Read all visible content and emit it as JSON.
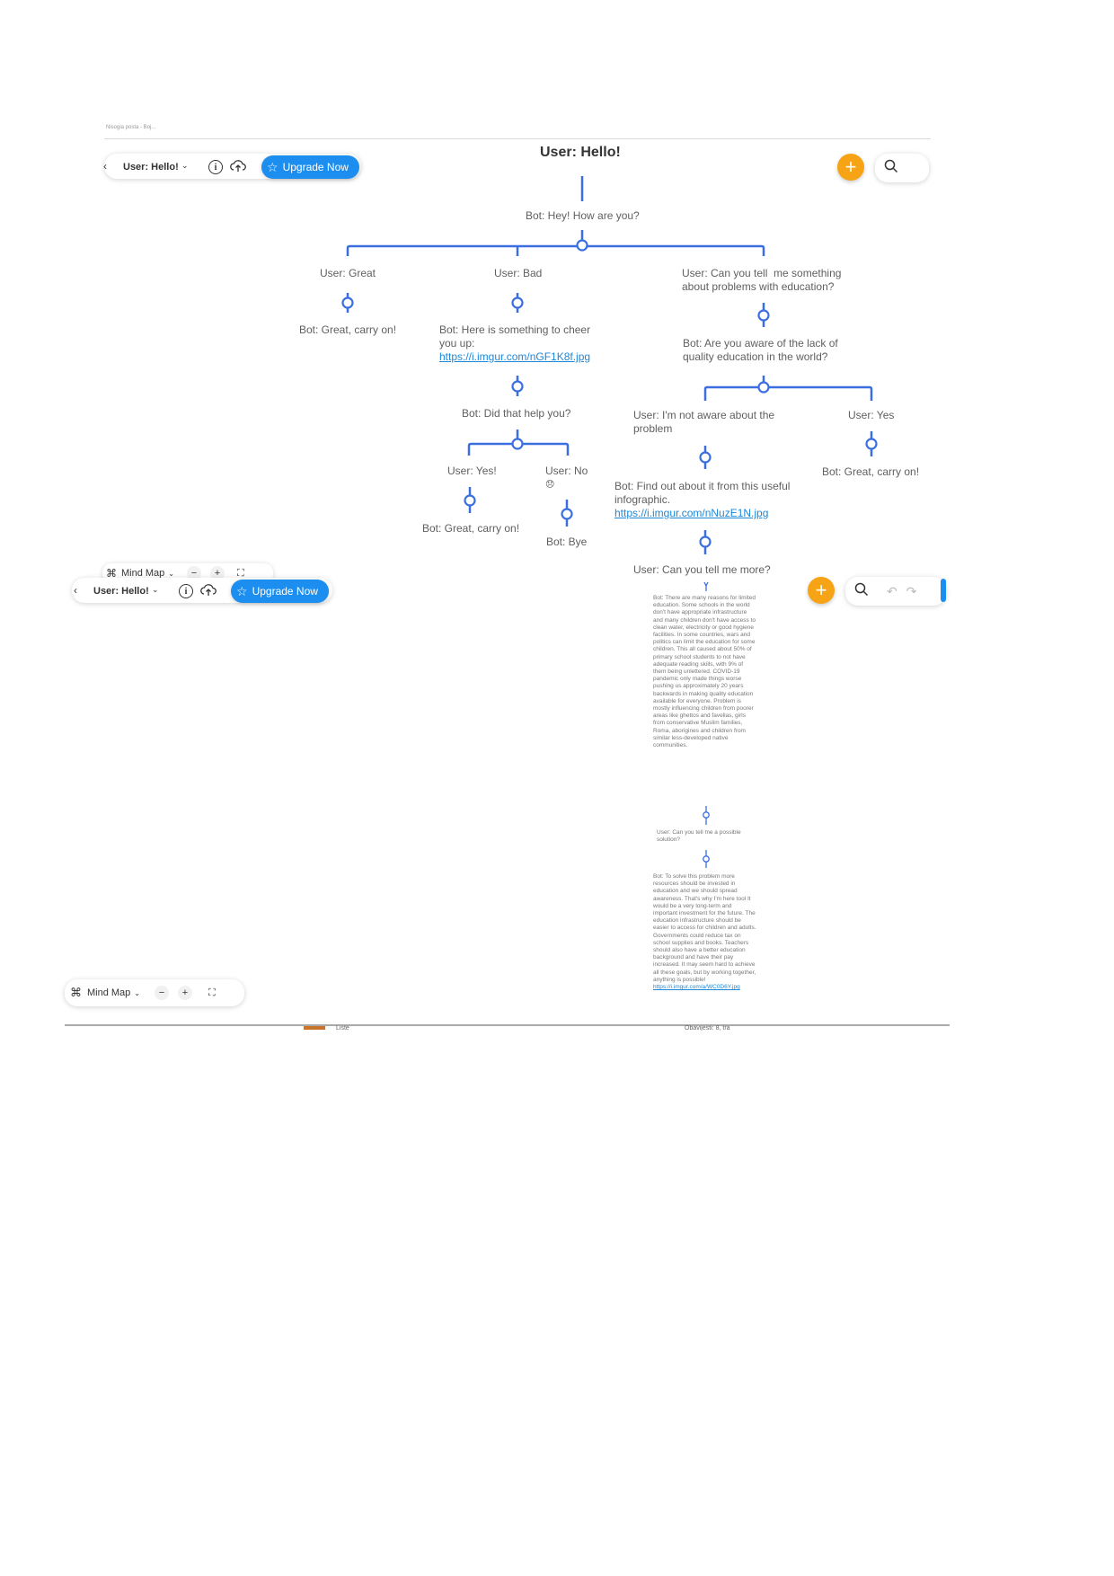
{
  "screen1": {
    "crumb": "Nisogia posta - Boj...",
    "title_select": "User: Hello!",
    "upgrade_label": "Upgrade Now"
  },
  "screen2": {
    "title_select": "User: Hello!",
    "upgrade_label": "Upgrade Now",
    "mindmap_label": "Mind Map"
  },
  "bottom_toolbar": {
    "mindmap_label": "Mind Map"
  },
  "footer": {
    "left": "Liste",
    "right": "Obavijesti: 8, tra"
  },
  "icons": {
    "back": "chevron-left-icon",
    "info": "info-icon",
    "cloud": "cloud-upload-icon",
    "star": "star-icon",
    "plus": "plus-icon",
    "search": "search-icon",
    "undo": "undo-icon",
    "redo": "redo-icon",
    "mindmap": "mindmap-icon",
    "fit": "fit-screen-icon"
  },
  "colors": {
    "connector": "#3b6fe0",
    "upgrade": "#1c8ef0",
    "add": "#f6a316"
  },
  "tree": {
    "root": "User: Hello!",
    "bot_greet": "Bot: Hey! How are you?",
    "user_great": "User: Great",
    "bot_great_1": "Bot: Great, carry on!",
    "user_bad": "User: Bad",
    "bot_cheer_line1": "Bot: Here is something to cheer",
    "bot_cheer_line2": "you up:",
    "bot_cheer_link": "https://i.imgur.com/nGF1K8f.jpg",
    "bot_help": "Bot: Did that help you?",
    "user_yes_help": "User: Yes!",
    "bot_great_2": "Bot: Great, carry on!",
    "user_no": "User: No",
    "user_no_emoji": "😞",
    "bot_bye": "Bot: Bye",
    "user_edu_line1": "User: Can you tell  me something",
    "user_edu_line2": "about problems with education?",
    "bot_aware_line1": "Bot: Are you aware of the lack of",
    "bot_aware_line2": "quality education in the world?",
    "user_notaware_line1": "User: I'm not aware about the",
    "user_notaware_line2": "problem",
    "user_yes": "User: Yes",
    "bot_great_3": "Bot: Great, carry on!",
    "bot_infographic_line1": "Bot: Find out about it from this useful",
    "bot_infographic_line2": "infographic.",
    "bot_infographic_link": "https://i.imgur.com/nNuzE1N.jpg",
    "user_more": "User: Can you tell me more?",
    "bot_reasons": "Bot: There are many reasons for limited education. Some schools in the world don't have appropriate infrastructure and many children don't have access to clean water, electricity or good hygiene facilities. In some countries, wars and politics can limit the education for some children. This all caused about 50% of primary school students to not have adequate reading skills, with 9% of them being unlettered. COVID-19 pandemic only made things worse pushing us approximately 20 years backwards in making quality education available for everyone. Problem is mostly influencing children from poorer areas like ghettos and favellas, girls from conservative Muslim families, Roma, aborigines and children from similar less-developed native communities.",
    "user_solution": "User: Can you tell me a possible solution?",
    "bot_solution": "Bot: To solve this problem more resources should be invested in education and we should spread awareness. That's why I'm here tool It would be a very long-term and important investment for the future. The education infrastructure should be easier to access for children and adults. Governments could reduce tax on school supplies and books. Teachers should also have a better education background and have their pay increased. It may seem hard to achieve all these goals, but by working together, anything is possible!",
    "bot_solution_link": "https://i.imgur.com/a/WC0D6Y.jpg"
  }
}
